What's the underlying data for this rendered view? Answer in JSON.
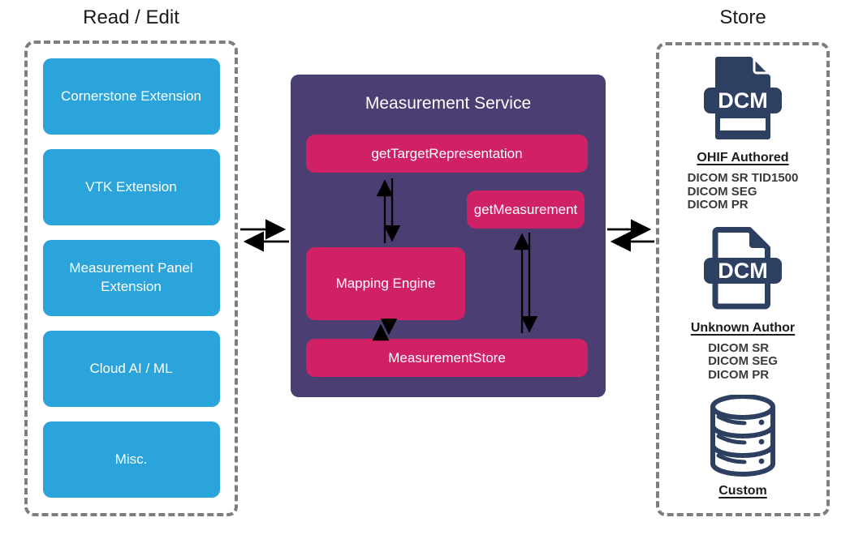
{
  "colors": {
    "extension_blue": "#2BA3DB",
    "service_purple": "#4B3E72",
    "node_pink": "#D02167",
    "icon_navy": "#2E4062",
    "dashed_border_gray": "#7E7E7E",
    "arrow_black": "#000000"
  },
  "read_edit_panel": {
    "title": "Read / Edit",
    "extensions": [
      "Cornerstone Extension",
      "VTK Extension",
      "Measurement Panel Extension",
      "Cloud AI / ML",
      "Misc."
    ]
  },
  "measurement_service": {
    "title": "Measurement Service",
    "get_target_representation": "getTargetRepresentation",
    "get_measurement": "getMeasurement",
    "mapping_engine": "Mapping Engine",
    "measurement_store": "MeasurementStore"
  },
  "store_panel": {
    "title": "Store",
    "groups": [
      {
        "icon": "dcm-file-filled-icon",
        "file_label": "DCM",
        "heading": "OHIF Authored",
        "formats": [
          "DICOM SR TID1500",
          "DICOM SEG",
          "DICOM PR"
        ]
      },
      {
        "icon": "dcm-file-outline-icon",
        "file_label": "DCM",
        "heading": "Unknown Author",
        "formats": [
          "DICOM SR",
          "DICOM SEG",
          "DICOM PR"
        ]
      },
      {
        "icon": "database-icon",
        "heading": "Custom",
        "formats": []
      }
    ]
  }
}
